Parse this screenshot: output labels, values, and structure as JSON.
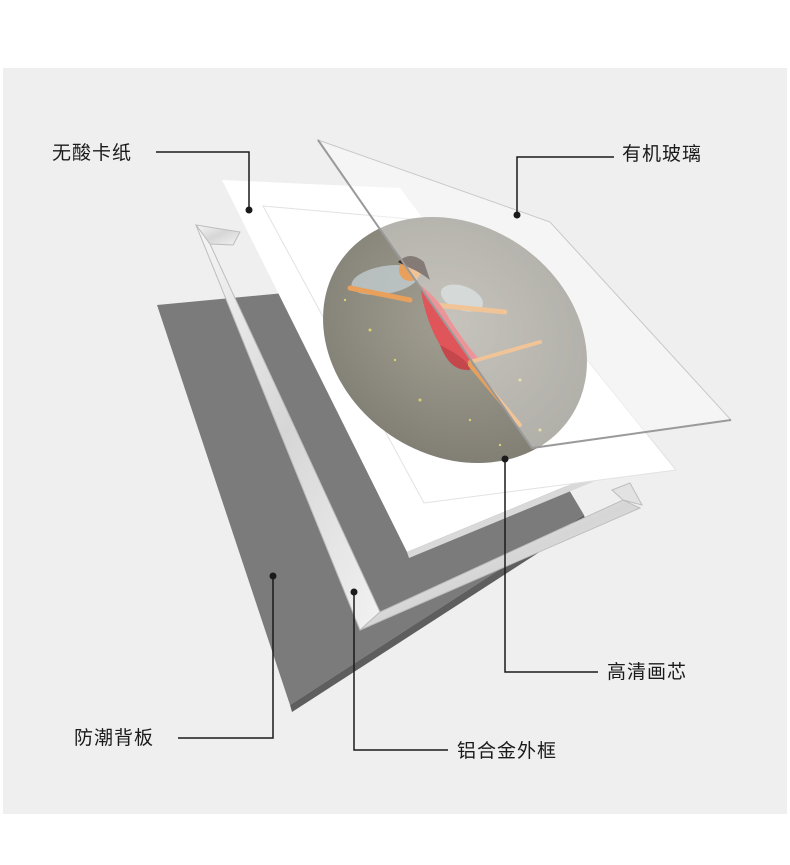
{
  "labels": {
    "acid_free_board": "无酸卡纸",
    "acrylic_glass": "有机玻璃",
    "hd_print": "高清画芯",
    "moisture_backboard": "防潮背板",
    "aluminum_frame": "铝合金外框"
  },
  "colors": {
    "background": "#efefef",
    "backboard": "#7b7b7b",
    "mat_board": "#ffffff",
    "frame": "#e8e8e8",
    "print_circle": "#8f8c80",
    "dress": "#e0555a",
    "leader_line": "#1a1a1a"
  },
  "icons": {
    "illustration": "fairy-ballerina-illustration"
  }
}
